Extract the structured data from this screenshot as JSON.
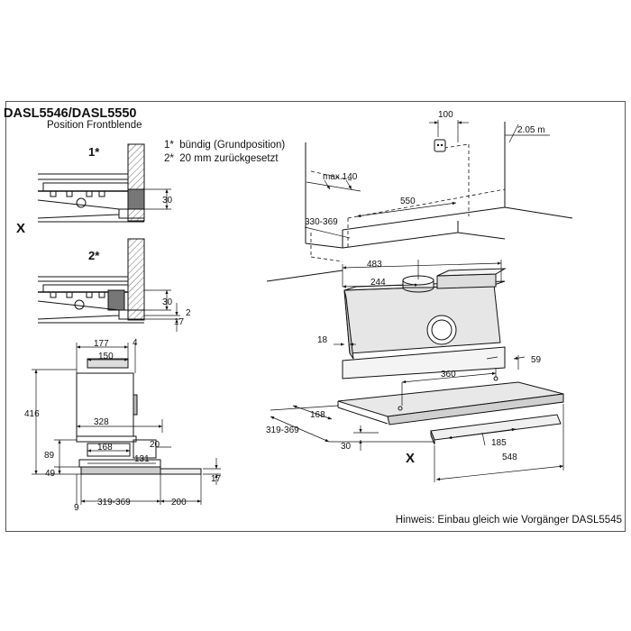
{
  "header": {
    "title": "DASL5546/DASL5550",
    "subtitle": "Position Frontblende"
  },
  "notes": [
    {
      "marker": "1*",
      "text": "bündig (Grundposition)"
    },
    {
      "marker": "2*",
      "text": "20 mm zurückgesetzt"
    }
  ],
  "detail_labels": {
    "x": "X",
    "pos1": "1*",
    "pos2": "2*"
  },
  "dimensions": {
    "d30_top": "30",
    "d30_mid": "30",
    "d2": "2",
    "d17_mid": "17",
    "d177": "177",
    "d4": "4",
    "d150": "150",
    "d416": "416",
    "d328": "328",
    "d168_left": "168",
    "d20": "20",
    "d89": "89",
    "d131": "131",
    "d49": "49",
    "d17_bottom": "17",
    "d9": "9",
    "d319_369_left": "319-369",
    "d200": "200",
    "d100": "100",
    "d2_05m": "2.05 m",
    "dmax140": "max.140",
    "d550": "550",
    "d330_369": "330-369",
    "d483": "483",
    "d244": "244",
    "d18": "18",
    "d360": "360",
    "d59": "59",
    "d168_right": "168",
    "d319_369_right": "319-369",
    "d30_right": "30",
    "d185": "185",
    "d548": "548",
    "x_right": "X"
  },
  "footer": {
    "hinweis": "Hinweis: Einbau gleich wie Vorgänger DASL5545"
  }
}
